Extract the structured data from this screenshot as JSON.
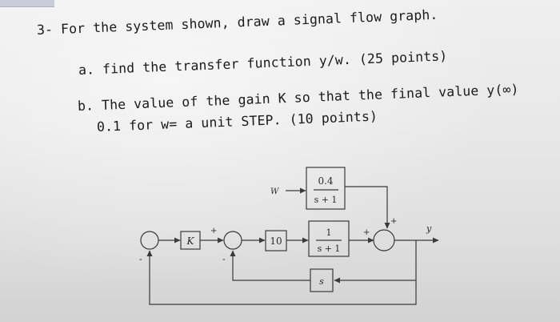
{
  "question": {
    "header": "3- For the system shown, draw a signal flow graph.",
    "part_a": "a. find the transfer function y/w. (25 points)",
    "part_b_line1": "b. The value of the gain K so that the final value y(∞)",
    "part_b_line2": "0.1 for w= a unit STEP. (10 points)"
  },
  "diagram": {
    "disturbance_label": "W",
    "output_label": "y",
    "gain_k_label": "K",
    "gain_10_label": "10",
    "dist_tf_num": "0.4",
    "dist_tf_den": "s + 1",
    "plant_tf_num": "1",
    "plant_tf_den": "s + 1",
    "feedback_label": "s",
    "sign_plus": "+",
    "sign_minus": "-"
  }
}
